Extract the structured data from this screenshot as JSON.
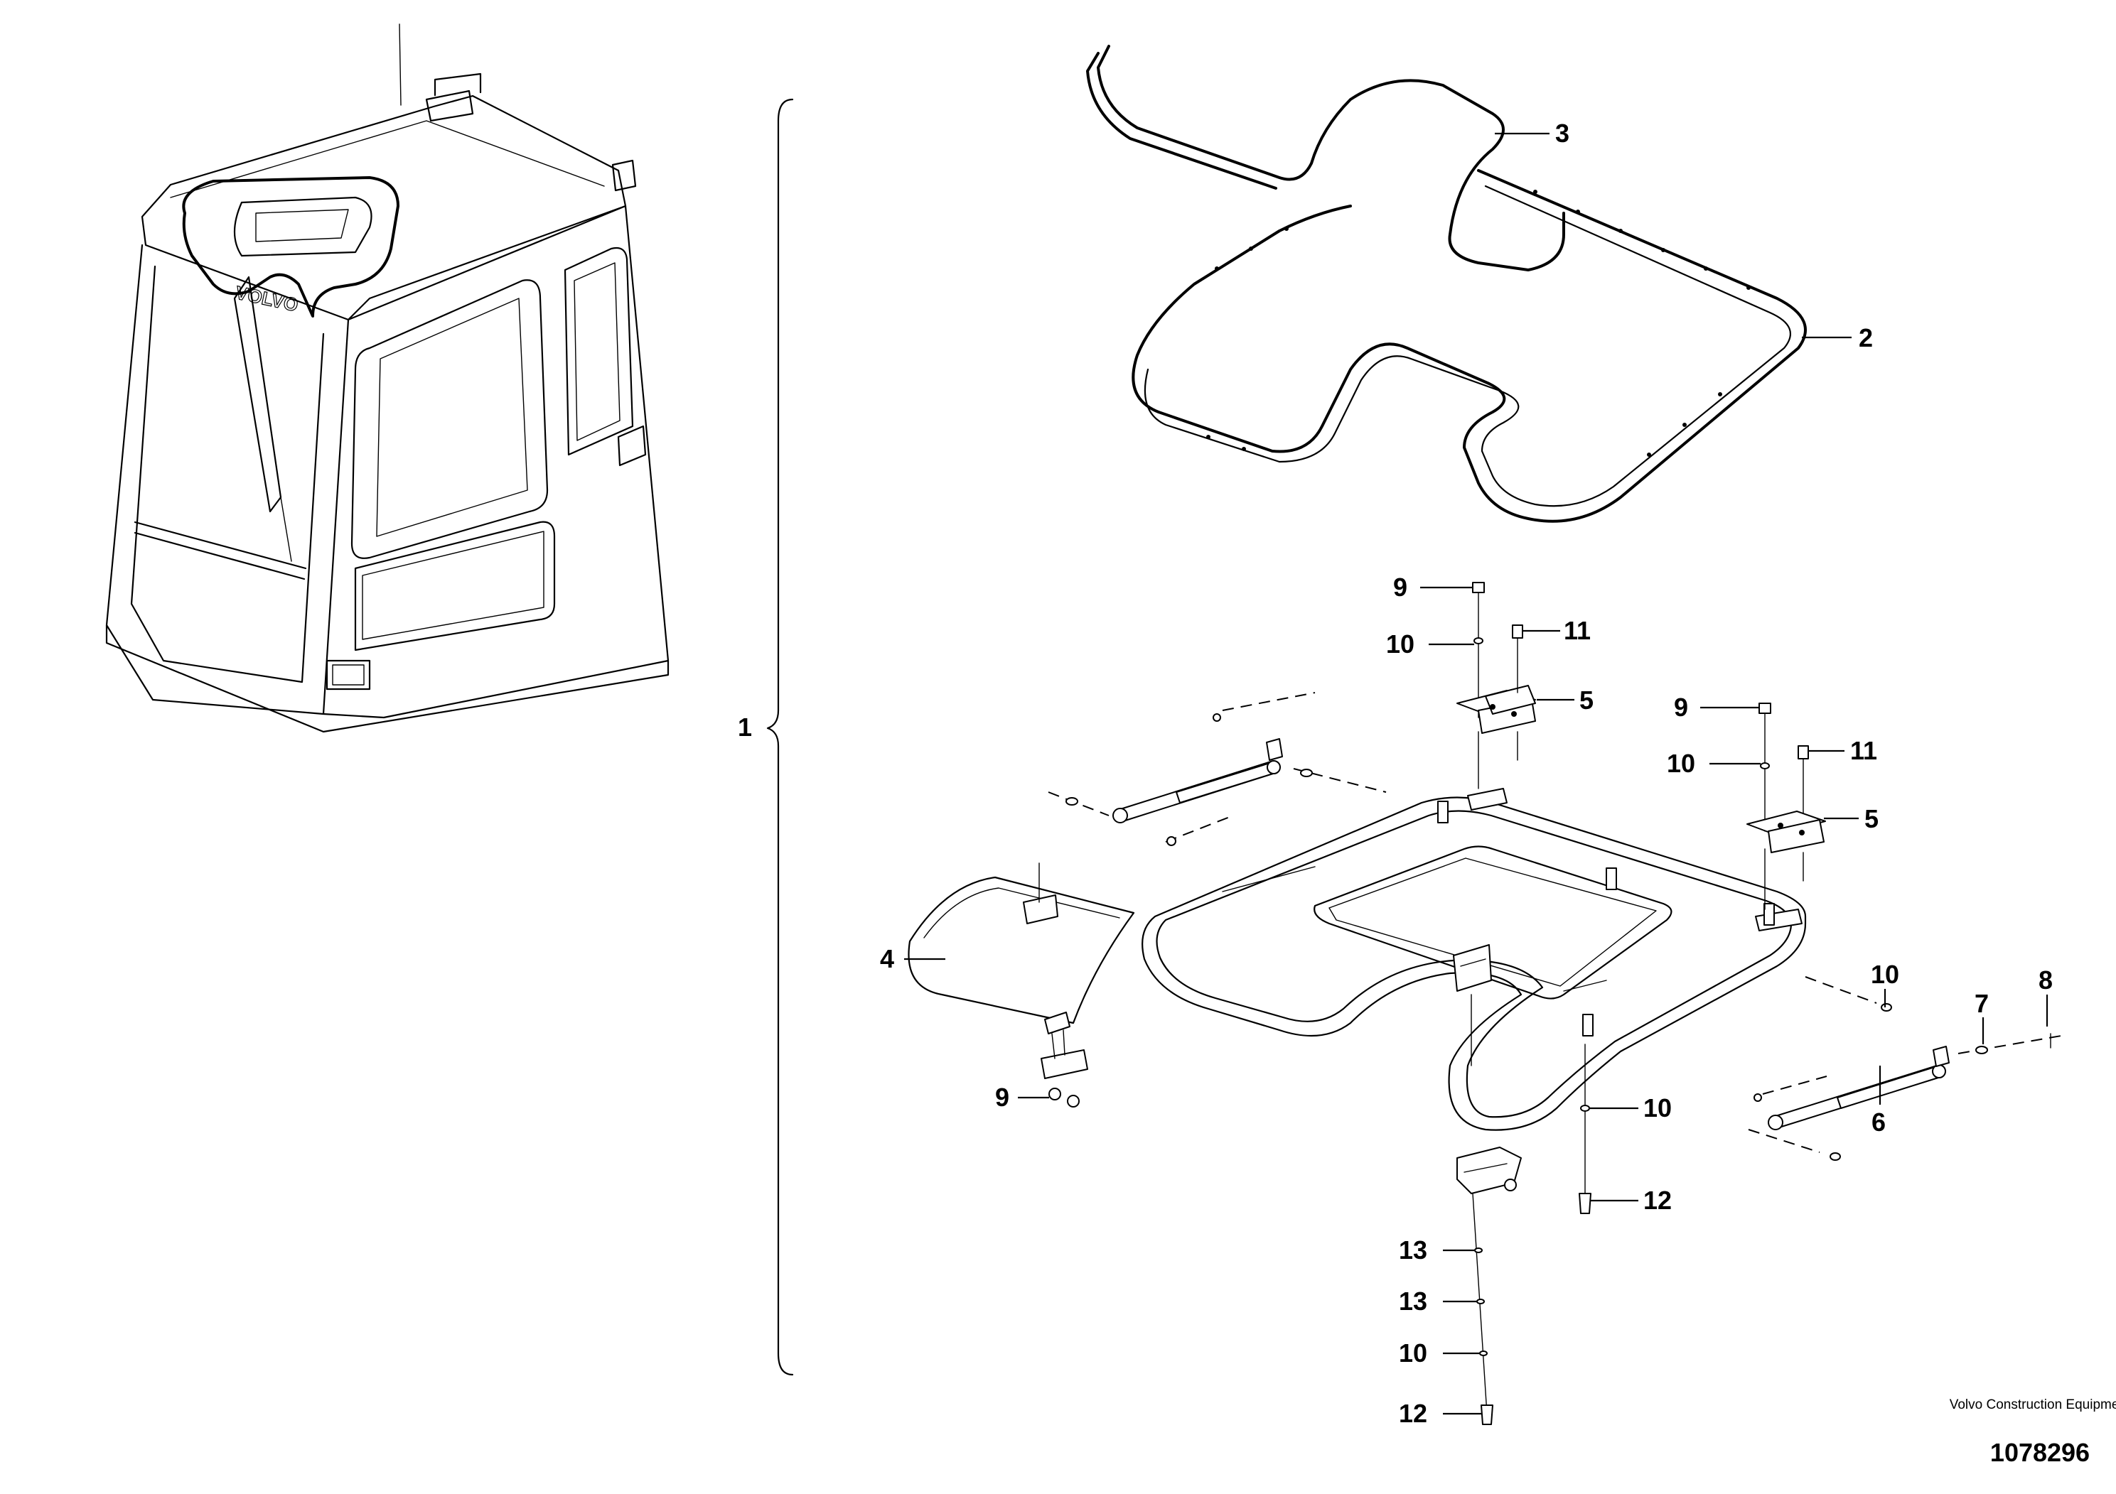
{
  "callouts": {
    "c1": "1",
    "c2": "2",
    "c3": "3",
    "c4": "4",
    "c5a": "5",
    "c5b": "5",
    "c6": "6",
    "c7": "7",
    "c8": "8",
    "c9a": "9",
    "c9b": "9",
    "c9c": "9",
    "c10a": "10",
    "c10b": "10",
    "c10c": "10",
    "c10d": "10",
    "c10e": "10",
    "c11a": "11",
    "c11b": "11",
    "c12a": "12",
    "c12b": "12",
    "c13a": "13",
    "c13b": "13"
  },
  "cab_badge": "VOLVO",
  "credit": {
    "company": "Volvo Construction Equipment",
    "drawing_number": "1078296"
  },
  "colors": {
    "line": "#000000",
    "background": "#ffffff"
  }
}
